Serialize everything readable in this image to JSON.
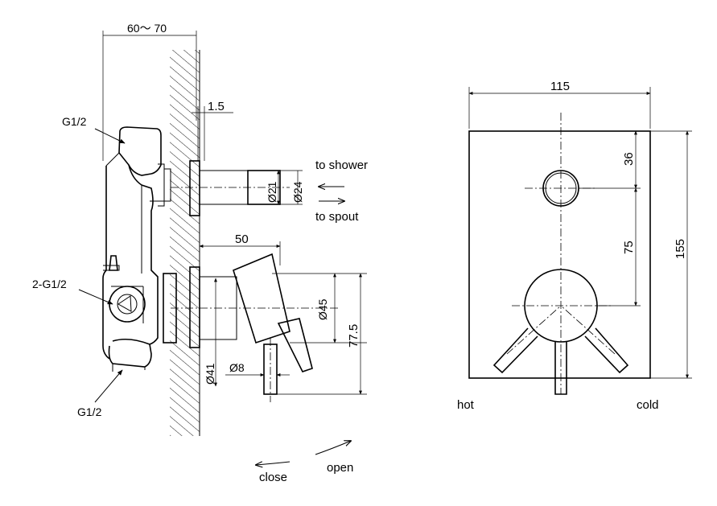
{
  "side_view": {
    "wall_depth_label": "60～ 70",
    "gap_label": "1.5",
    "top_inlet_label": "G1/2",
    "side_inlet_label": "2-G1/2",
    "bottom_inlet_label": "G1/2",
    "outlet_inner_dia": "Ø21",
    "outlet_outer_dia": "Ø24",
    "to_shower": "to shower",
    "to_spout": "to spout",
    "handle_depth_label": "50",
    "escutcheon_dia": "Ø45",
    "height_label": "77.5",
    "body_dia": "Ø41",
    "lever_dia": "Ø8"
  },
  "rotation": {
    "open_label": "open",
    "close_label": "close"
  },
  "front_view": {
    "width_label": "115",
    "height_label": "155",
    "top_offset_label": "36",
    "center_offset_label": "75",
    "hot_label": "hot",
    "cold_label": "cold"
  }
}
